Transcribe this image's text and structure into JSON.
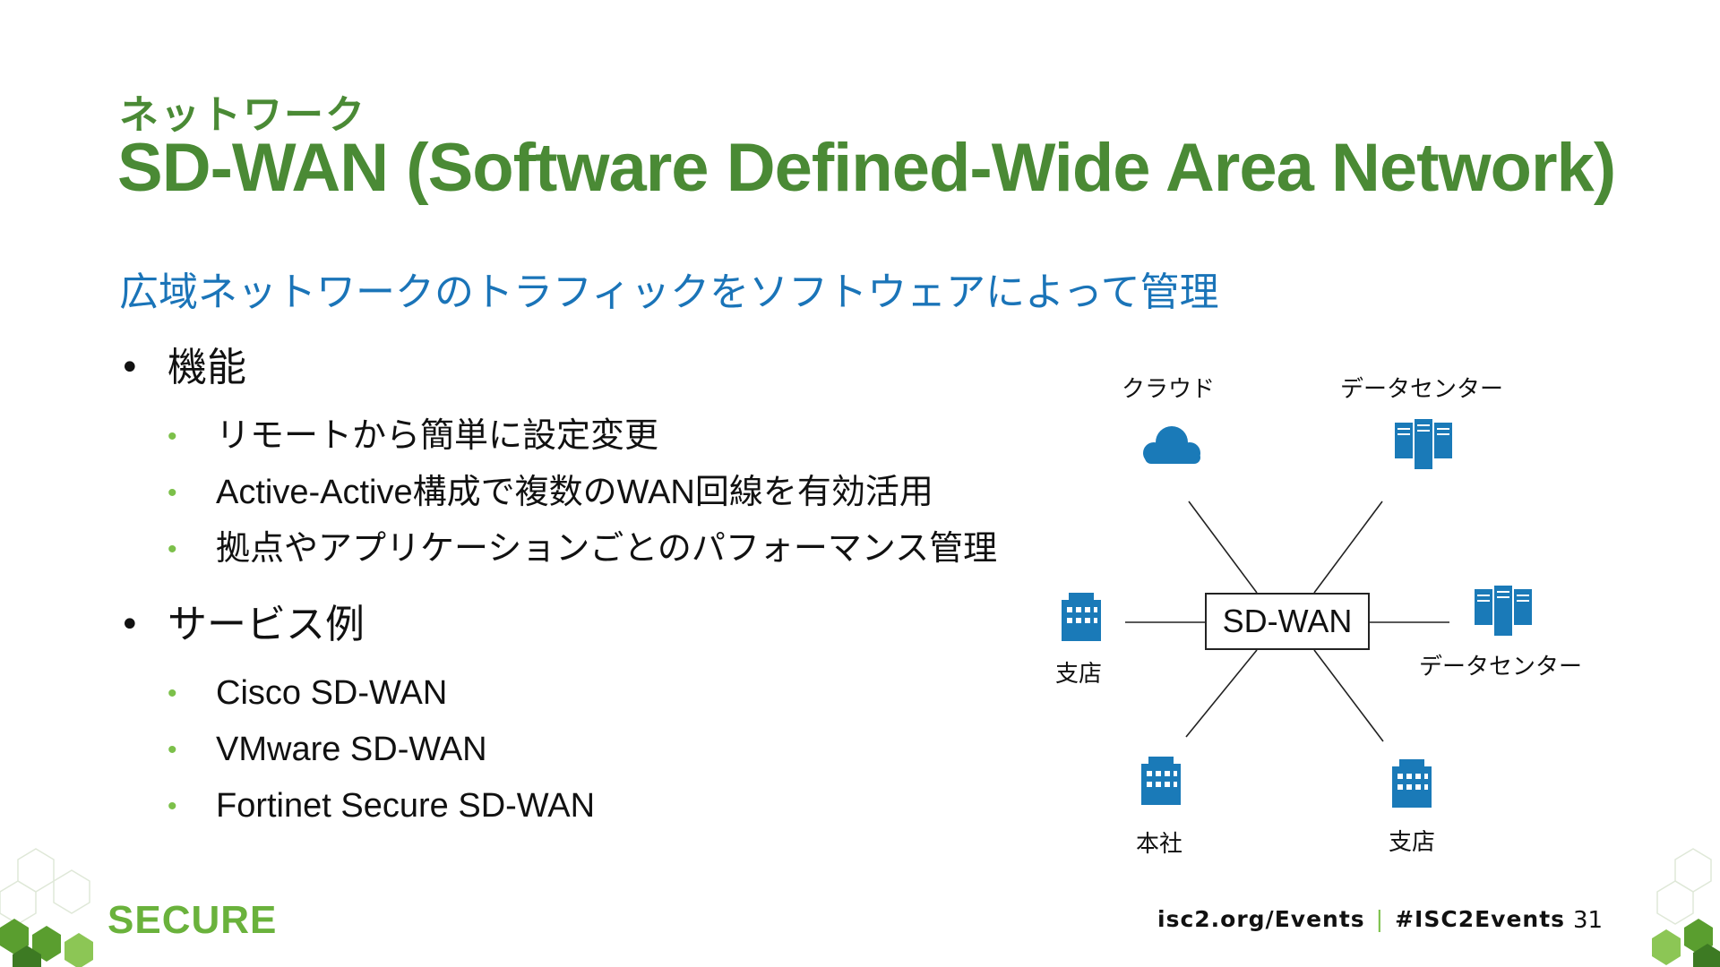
{
  "slide": {
    "kicker": "ネットワーク",
    "title": "SD-WAN (Software Defined-Wide Area Network)",
    "subtitle": "広域ネットワークのトラフィックをソフトウェアによって管理",
    "sections": [
      {
        "heading": "機能",
        "items": [
          "リモートから簡単に設定変更",
          "Active-Active構成で複数のWAN回線を有効活用",
          "拠点やアプリケーションごとのパフォーマンス管理"
        ]
      },
      {
        "heading": "サービス例",
        "items": [
          "Cisco SD-WAN",
          "VMware SD-WAN",
          "Fortinet Secure SD-WAN"
        ]
      }
    ]
  },
  "diagram": {
    "hub": "SD-WAN",
    "nodes": {
      "cloud": "クラウド",
      "datacenter_top": "データセンター",
      "datacenter_right": "データセンター",
      "branch_left": "支店",
      "headquarters": "本社",
      "branch_bottom": "支店"
    },
    "colors": {
      "icon": "#1a7ab8",
      "line": "#222222"
    }
  },
  "footer": {
    "logo": "SECURE",
    "url": "isc2.org/Events",
    "hashtag": "#ISC2Events",
    "page_number": "31"
  },
  "colors": {
    "title_green": "#4a8a35",
    "subtitle_blue": "#1a74b8",
    "bullet_green": "#7cc04a"
  }
}
